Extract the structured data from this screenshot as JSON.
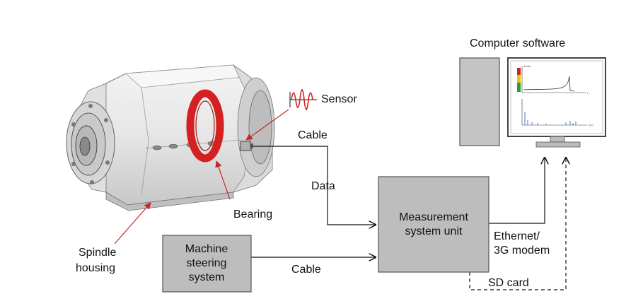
{
  "diagram": {
    "computer_software_label": "Computer software",
    "sensor_label": "Sensor",
    "cable_top_label": "Cable",
    "data_label": "Data",
    "bearing_label": "Bearing",
    "spindle_label_line1": "Spindle",
    "spindle_label_line2": "housing",
    "measurement_line1": "Measurement",
    "measurement_line2": "system unit",
    "machine_line1": "Machine",
    "machine_line2": "steering",
    "machine_line3": "system",
    "cable_bottom_label": "Cable",
    "ethernet_line1": "Ethernet/",
    "ethernet_line2": "3G modem",
    "sd_card_label": "SD card",
    "screen_y_unit": "mm/s",
    "screen_t_label": "t",
    "screen_fft_label": "FFT"
  },
  "colors": {
    "box_fill": "#bdbdbd",
    "box_stroke": "#555555",
    "bearing_red": "#d42020",
    "arrow_red": "#c62828",
    "spectrum_blue": "#3a7bd5"
  }
}
